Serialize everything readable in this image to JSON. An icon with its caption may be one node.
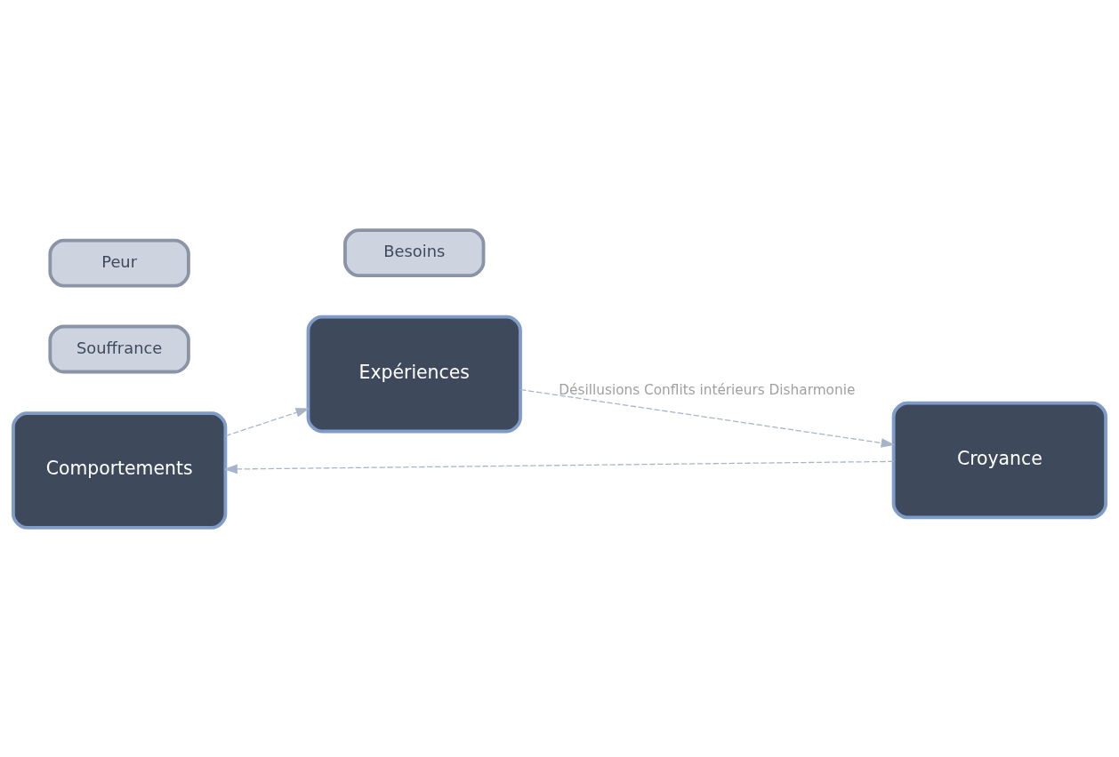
{
  "diagram": {
    "nodes": [
      {
        "text": [
          "Comportements"
        ]
      },
      {
        "text": [
          "Souffrance"
        ]
      },
      {
        "text": [
          "Peur"
        ]
      },
      {
        "text": [
          "Besoins"
        ]
      },
      {
        "text": [
          "Croyance"
        ]
      },
      {
        "text": [
          "Expériences"
        ]
      }
    ],
    "edges": [
      {
        "from": 4,
        "to": 0,
        "arrow": "to",
        "style": "dashed"
      },
      {
        "from": 0,
        "to": 5,
        "arrow": "to",
        "style": "dashed"
      },
      {
        "from": 5,
        "to": 4,
        "arrow": "to",
        "style": "dashed",
        "label": "Désillusions Conflits intérieurs Disharmonie"
      }
    ]
  }
}
